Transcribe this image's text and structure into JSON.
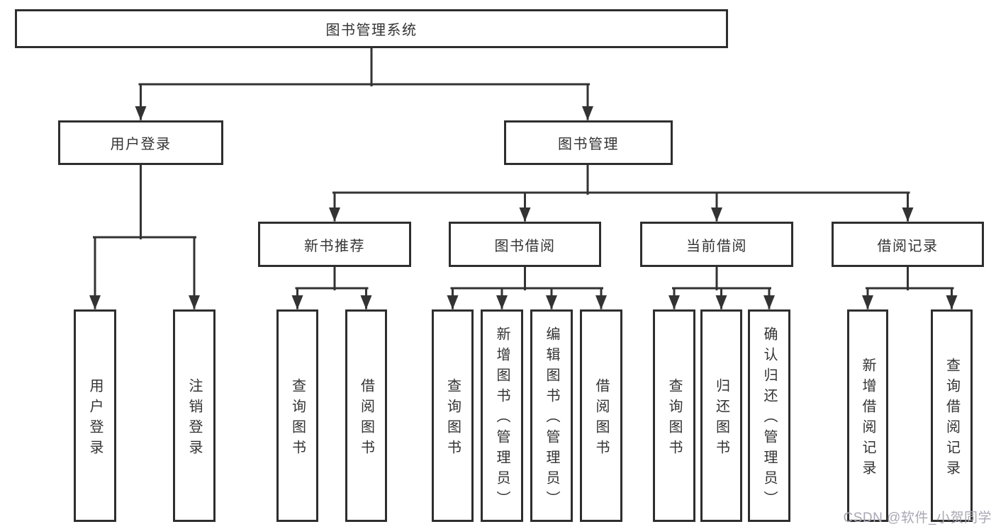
{
  "diagram": {
    "type": "hierarchy-tree",
    "orientation": "top-down"
  },
  "nodes": {
    "root": "图书管理系统",
    "user_login": "用户登录",
    "book_mgmt": "图书管理",
    "new_book_rec": "新书推荐",
    "book_borrow": "图书借阅",
    "current_borrow": "当前借阅",
    "borrow_records": "借阅记录",
    "leaf_user_login": "用户登录",
    "leaf_logout": "注销登录",
    "leaf_nbr_query": "查询图书",
    "leaf_nbr_borrow": "借阅图书",
    "leaf_bb_query": "查询图书",
    "leaf_bb_add": "新增图书（管理员）",
    "leaf_bb_edit": "编辑图书（管理员）",
    "leaf_bb_borrow": "借阅图书",
    "leaf_cb_query": "查询图书",
    "leaf_cb_return": "归还图书",
    "leaf_cb_confirm": "确认归还（管理员）",
    "leaf_br_add": "新增借阅记录",
    "leaf_br_query": "查询借阅记录"
  },
  "hierarchy": {
    "图书管理系统": [
      "用户登录",
      "图书管理"
    ],
    "用户登录": [
      "用户登录",
      "注销登录"
    ],
    "图书管理": [
      "新书推荐",
      "图书借阅",
      "当前借阅",
      "借阅记录"
    ],
    "新书推荐": [
      "查询图书",
      "借阅图书"
    ],
    "图书借阅": [
      "查询图书",
      "新增图书（管理员）",
      "编辑图书（管理员）",
      "借阅图书"
    ],
    "当前借阅": [
      "查询图书",
      "归还图书",
      "确认归还（管理员）"
    ],
    "借阅记录": [
      "新增借阅记录",
      "查询借阅记录"
    ]
  },
  "watermark": "CSDN @软件_小贺同学",
  "colors": {
    "line": "#333333",
    "box_border": "#2e2e2e",
    "text": "#333333",
    "watermark": "#a9a7b3",
    "background": "#ffffff"
  }
}
